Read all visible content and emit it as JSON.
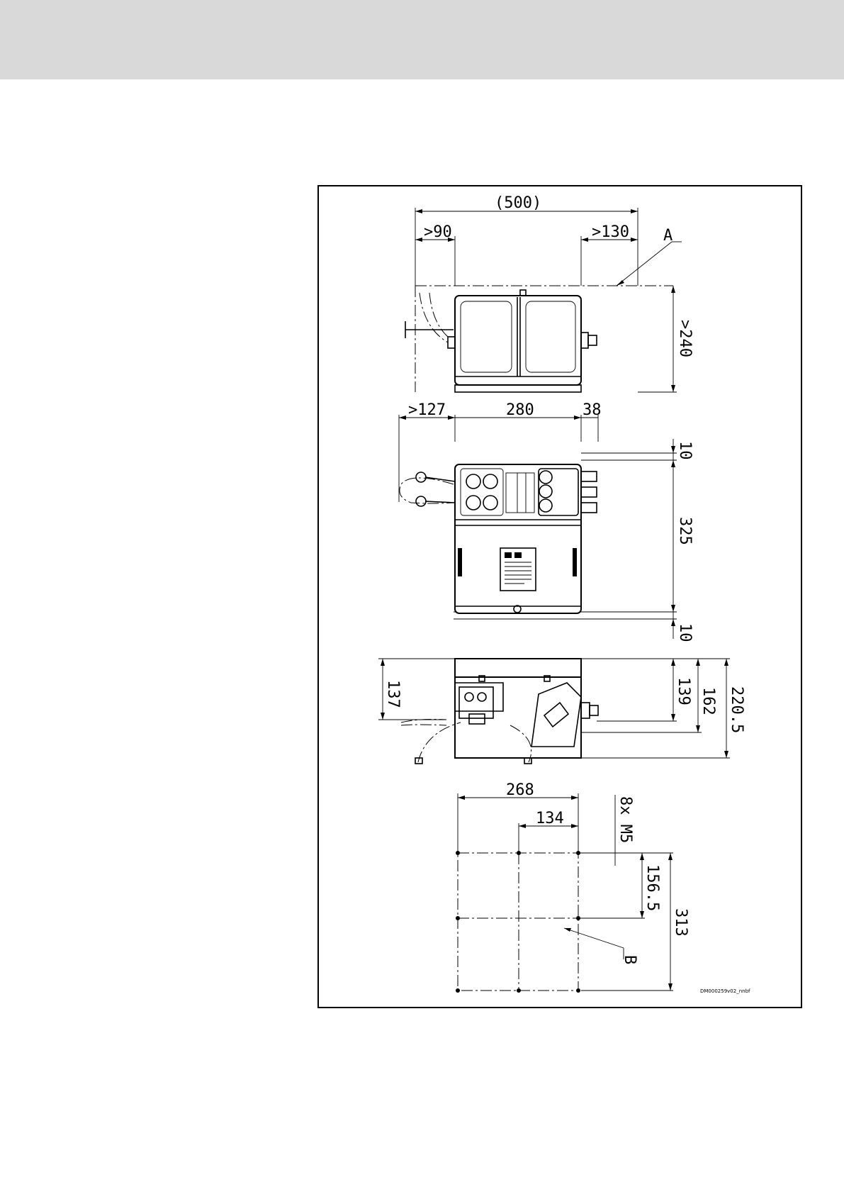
{
  "dimensions": {
    "overall_length": "(500)",
    "left_clearance": ">90",
    "right_clearance": ">130",
    "height_clearance": ">240",
    "left_clearance_2": ">127",
    "body_width": "280",
    "connector_protrusion": "38",
    "top_margin": "10",
    "body_depth": "325",
    "bottom_margin": "10",
    "side_height_left": "137",
    "side_height_1": "139",
    "side_height_2": "162",
    "side_height_total": "220.5",
    "mount_width": "268",
    "mount_half_width": "134",
    "mount_holes": "8x M5",
    "mount_half_depth": "156.5",
    "mount_depth": "313"
  },
  "labels": {
    "callout_a": "A",
    "callout_b": "B",
    "drawing_id": "DM000259v02_nnbf"
  }
}
